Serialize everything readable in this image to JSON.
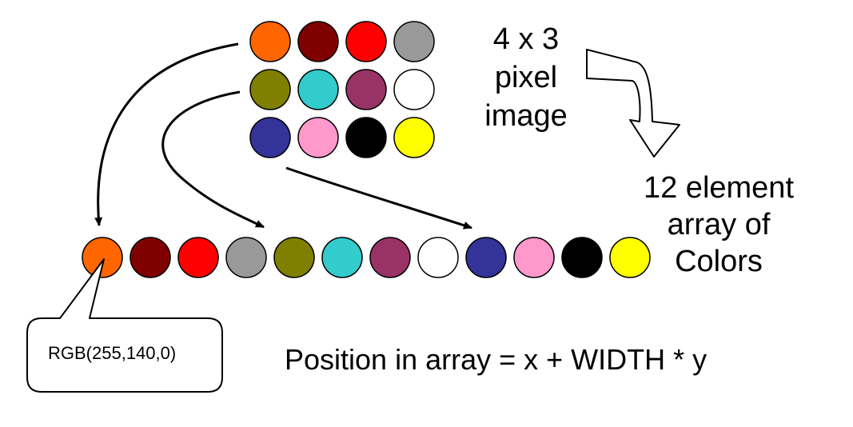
{
  "colors": [
    "#FF6600",
    "#800000",
    "#FF0000",
    "#999999",
    "#808000",
    "#33CCCC",
    "#993366",
    "#FFFFFF",
    "#333399",
    "#FF99CC",
    "#000000",
    "#FFFF00"
  ],
  "grid": {
    "columns": 4,
    "rows": 3
  },
  "image_label": {
    "line1": "4 x 3",
    "line2": "pixel",
    "line3": "image"
  },
  "array_label": {
    "line1": "12 element",
    "line2": "array of",
    "line3": "Colors"
  },
  "callout": {
    "text": "RGB(255,140,0)"
  },
  "formula": {
    "text": "Position in array = x + WIDTH * y"
  }
}
